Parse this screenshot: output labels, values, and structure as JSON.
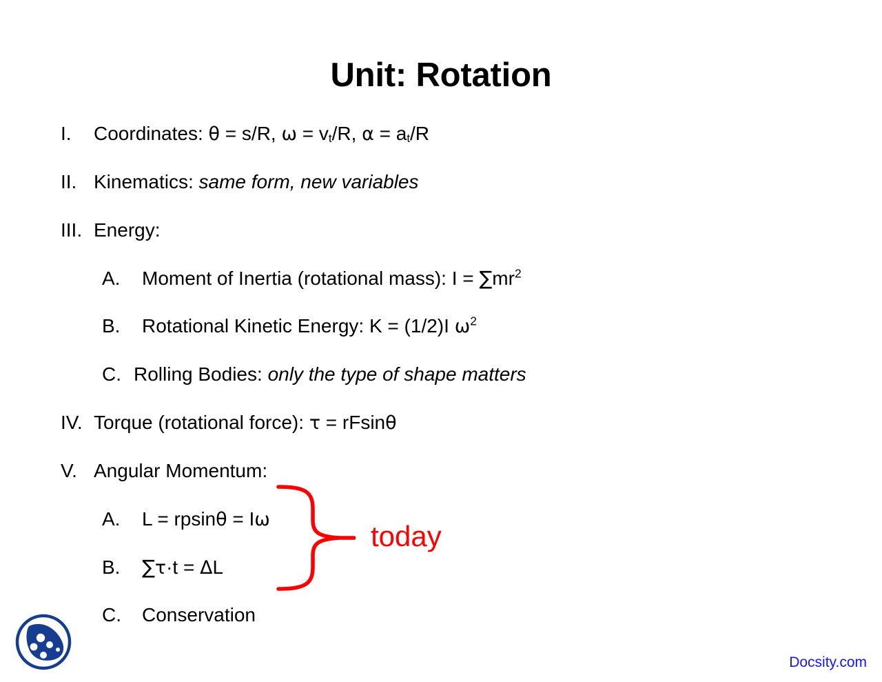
{
  "slide": {
    "title": "Unit: Rotation",
    "background_color": "#ffffff",
    "text_color": "#000000"
  },
  "outline": {
    "items": [
      {
        "marker": "I.",
        "level": 1,
        "text_plain": "Coordinates: θ = s/R, ω = vₜ/R, α = aₜ/R",
        "lead": "Coordinates: ",
        "sym_theta": "θ",
        "eq1": " = s/R, ",
        "sym_omega": "ω",
        "eq2": " = v",
        "sub1": "t",
        "eq3": "/R, ",
        "sym_alpha": "α",
        "eq4": " = a",
        "sub2": "t",
        "eq5": "/R"
      },
      {
        "marker": "II.",
        "level": 1,
        "text_plain": "Kinematics: same form, new variables",
        "lead": "Kinematics: ",
        "emphasis": "same form, new variables"
      },
      {
        "marker": "III.",
        "level": 1,
        "text_plain": "Energy:",
        "lead": "Energy:"
      },
      {
        "marker": "A.",
        "level": 2,
        "text_plain": "Moment of Inertia (rotational mass): I = ∑mr²",
        "lead": "Moment of Inertia (rotational mass): I = ",
        "sym_sigma": "∑",
        "tail": "mr",
        "superscript": "2"
      },
      {
        "marker": "B.",
        "level": 2,
        "text_plain": "Rotational Kinetic Energy: K = (1/2)I ω²",
        "lead": "Rotational Kinetic Energy: K = (1/2)I ",
        "sym_omega": "ω",
        "superscript": "2"
      },
      {
        "marker": "C.",
        "level": 2,
        "text_plain": "Rolling Bodies: only the type of shape matters",
        "lead": "Rolling Bodies: ",
        "emphasis": "only the type of shape matters"
      },
      {
        "marker": "IV.",
        "level": 1,
        "text_plain": "Torque (rotational force): τ = rFsinθ",
        "lead": "Torque (rotational force): ",
        "sym_tau": "τ",
        "mid": " = rFsin",
        "sym_theta": "θ"
      },
      {
        "marker": "V.",
        "level": 1,
        "text_plain": "Angular Momentum:",
        "lead": "Angular Momentum:"
      },
      {
        "marker": "A.",
        "level": 2,
        "text_plain": "L = rpsinθ = Iω",
        "lead": "L = rpsin",
        "sym_theta": "θ",
        "mid": " = I",
        "sym_omega": "ω"
      },
      {
        "marker": "B.",
        "level": 2,
        "text_plain": "∑τ·t = ΔL",
        "sym_sigma": "∑",
        "sym_tau": "τ",
        "mid": "·t = ",
        "sym_delta": "Δ",
        "tail": "L"
      },
      {
        "marker": "C.",
        "level": 2,
        "text_plain": "Conservation",
        "lead": "Conservation"
      }
    ]
  },
  "annotation": {
    "label": "today",
    "color": "#ff0000",
    "groups": [
      "V.A",
      "V.B"
    ]
  },
  "footer": {
    "site_name": "Docsity.com",
    "link_color": "#1414ff",
    "logo_color": "#163d8f",
    "logo_name": "docsity-logo"
  }
}
